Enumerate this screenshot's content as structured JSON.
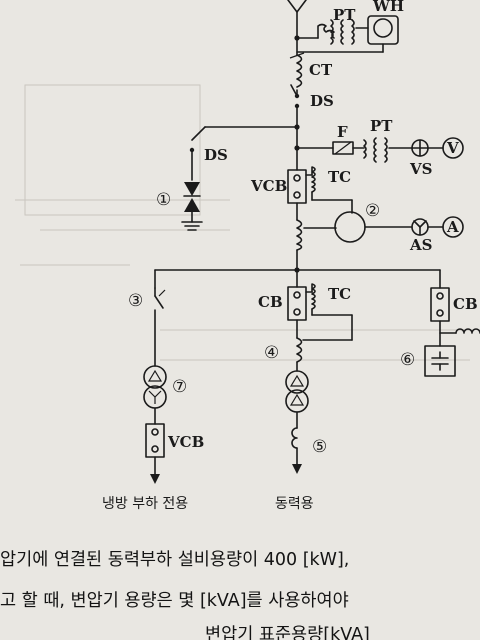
{
  "labels": {
    "wh": "WH",
    "pt_top": "PT",
    "ct": "CT",
    "ds_main": "DS",
    "ds_branch": "DS",
    "fuse": "F",
    "pt_mid": "PT",
    "vs": "VS",
    "v": "V",
    "vcb_main": "VCB",
    "tc_main": "TC",
    "circle_2": "②",
    "a": "A",
    "as": "AS",
    "circle_1": "①",
    "circle_3": "③",
    "cb_mid": "CB",
    "tc_mid": "TC",
    "circle_4": "④",
    "cb_right": "CB",
    "circle_6": "⑥",
    "circle_7": "⑦",
    "vcb_left": "VCB",
    "circle_5": "⑤",
    "caption_left": "냉방 부하 전용",
    "caption_mid": "동력용"
  },
  "text": {
    "line1": "압기에 연결된 동력부하 설비용량이 400 [kW],",
    "line2": "고 할 때, 변압기 용량은 몇 [kVA]를 사용하여야",
    "line3": "변압기 표준용량[kVA]"
  }
}
